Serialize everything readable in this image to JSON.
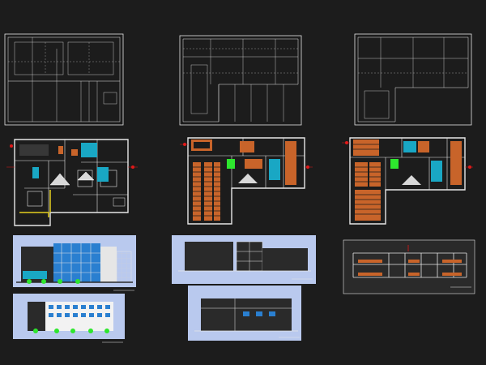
{
  "colors": {
    "background": "#1c1c1c",
    "line": "#e6e6e6",
    "orange_furniture": "#c8642a",
    "cyan": "#19a7c4",
    "green": "#2ee62e",
    "yellow": "#e3cf1e",
    "red_axis": "#e01818",
    "sky": "#b9c9ee",
    "elevation_blue": "#2a7fd0"
  },
  "sheets": {
    "plans_upper": [
      "site-plan-1",
      "site-plan-2",
      "site-plan-3"
    ],
    "plans_middle": [
      "floor-plan-ground",
      "floor-plan-first",
      "floor-plan-second"
    ],
    "elevations": [
      "front-elevation",
      "side-elevation-1",
      "section",
      "rear-elevation",
      "side-elevation-2"
    ]
  }
}
